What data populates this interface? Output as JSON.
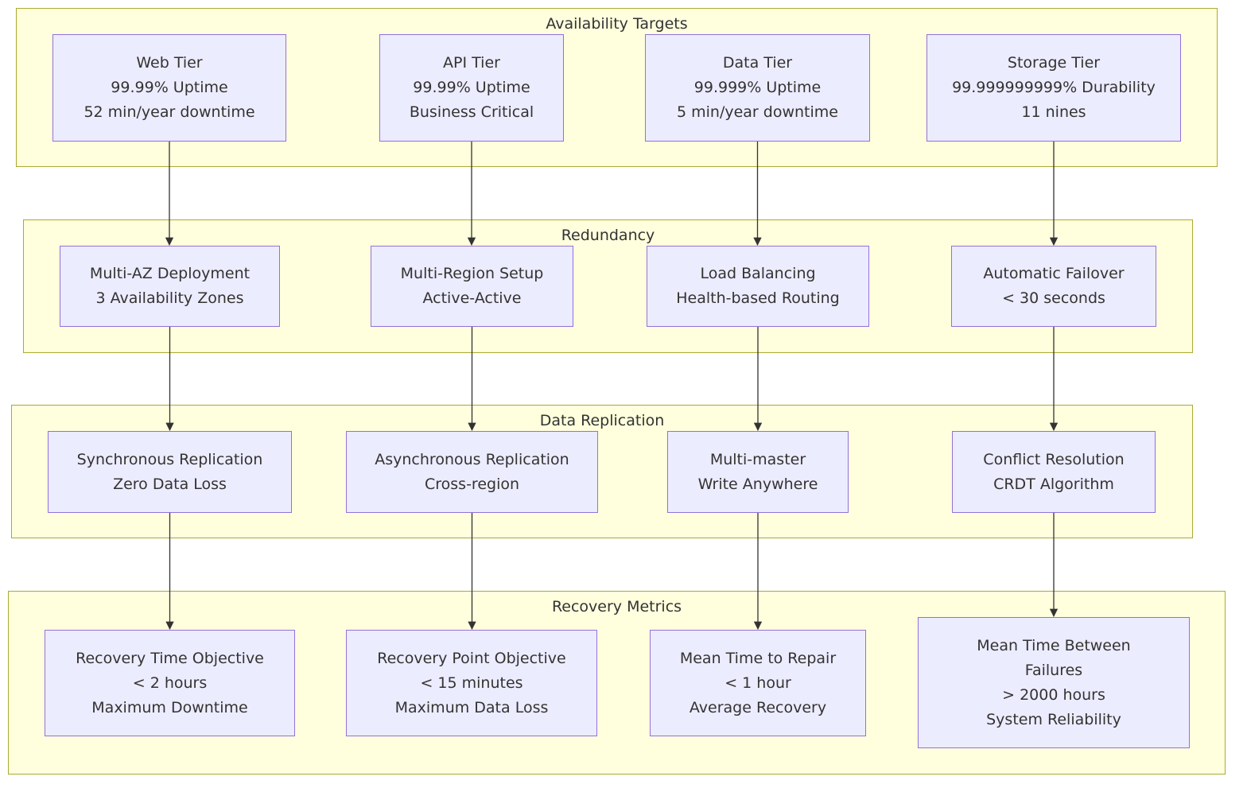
{
  "groups": {
    "availability": "Availability Targets",
    "redundancy": "Redundancy",
    "replication": "Data Replication",
    "recovery": "Recovery Metrics"
  },
  "nodes": {
    "web_tier": [
      "Web Tier",
      "99.99% Uptime",
      "52 min/year downtime"
    ],
    "api_tier": [
      "API Tier",
      "99.99% Uptime",
      "Business Critical"
    ],
    "data_tier": [
      "Data Tier",
      "99.999% Uptime",
      "5 min/year downtime"
    ],
    "storage_tier": [
      "Storage Tier",
      "99.999999999% Durability",
      "11 nines"
    ],
    "multi_az": [
      "Multi-AZ Deployment",
      "3 Availability Zones"
    ],
    "multi_region": [
      "Multi-Region Setup",
      "Active-Active"
    ],
    "load_balancing": [
      "Load Balancing",
      "Health-based Routing"
    ],
    "auto_failover": [
      "Automatic Failover",
      "< 30 seconds"
    ],
    "sync_replication": [
      "Synchronous Replication",
      "Zero Data Loss"
    ],
    "async_replication": [
      "Asynchronous Replication",
      "Cross-region"
    ],
    "multi_master": [
      "Multi-master",
      "Write Anywhere"
    ],
    "conflict_resolution": [
      "Conflict Resolution",
      "CRDT Algorithm"
    ],
    "rto": [
      "Recovery Time Objective",
      "< 2 hours",
      "Maximum Downtime"
    ],
    "rpo": [
      "Recovery Point Objective",
      "< 15 minutes",
      "Maximum Data Loss"
    ],
    "mttr": [
      "Mean Time to Repair",
      "< 1 hour",
      "Average Recovery"
    ],
    "mtbf": [
      "Mean Time Between",
      "Failures",
      "> 2000 hours",
      "System Reliability"
    ]
  },
  "edges": [
    [
      "web_tier",
      "multi_az"
    ],
    [
      "api_tier",
      "multi_region"
    ],
    [
      "data_tier",
      "load_balancing"
    ],
    [
      "storage_tier",
      "auto_failover"
    ],
    [
      "multi_az",
      "sync_replication"
    ],
    [
      "multi_region",
      "async_replication"
    ],
    [
      "load_balancing",
      "multi_master"
    ],
    [
      "auto_failover",
      "conflict_resolution"
    ],
    [
      "sync_replication",
      "rto"
    ],
    [
      "async_replication",
      "rpo"
    ],
    [
      "multi_master",
      "mttr"
    ],
    [
      "conflict_resolution",
      "mtbf"
    ]
  ],
  "colors": {
    "group_fill": "#ffffde",
    "group_border": "#aaaa33",
    "node_fill": "#ececff",
    "node_border": "#9370db",
    "edge": "#333333"
  }
}
